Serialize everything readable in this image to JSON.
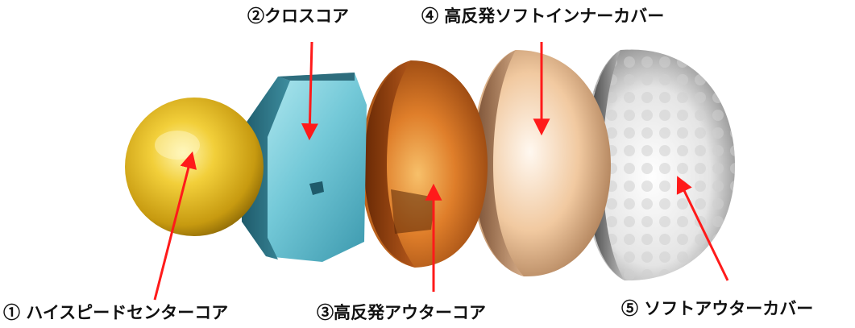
{
  "labels": {
    "center_core": "① ハイスピードセンターコア",
    "cross_core": "②クロスコア",
    "outer_core": "③高反発アウターコア",
    "inner_cover": "④ 高反発ソフトインナーカバー",
    "outer_cover": "⑤ ソフトアウターカバー"
  },
  "colors": {
    "arrow": "#ff1a1a",
    "center_core": "#e8b820",
    "cross_core": "#74c9d8",
    "outer_core": "#d9722a",
    "inner_cover": "#f1c9a0",
    "outer_cover": "#e6e6e6"
  }
}
